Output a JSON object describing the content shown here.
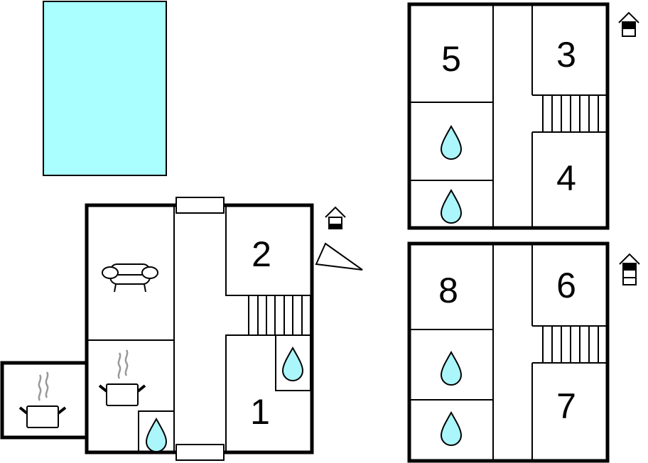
{
  "plan": {
    "rooms": [
      {
        "label": "1"
      },
      {
        "label": "2"
      },
      {
        "label": "3"
      },
      {
        "label": "4"
      },
      {
        "label": "5"
      },
      {
        "label": "6"
      },
      {
        "label": "7"
      },
      {
        "label": "8"
      }
    ],
    "floors": [
      "ground-floor",
      "first-floor",
      "second-floor"
    ],
    "colors": {
      "pool": "#aaffff",
      "water": "#aaf6fa",
      "wall": "#000000"
    }
  }
}
